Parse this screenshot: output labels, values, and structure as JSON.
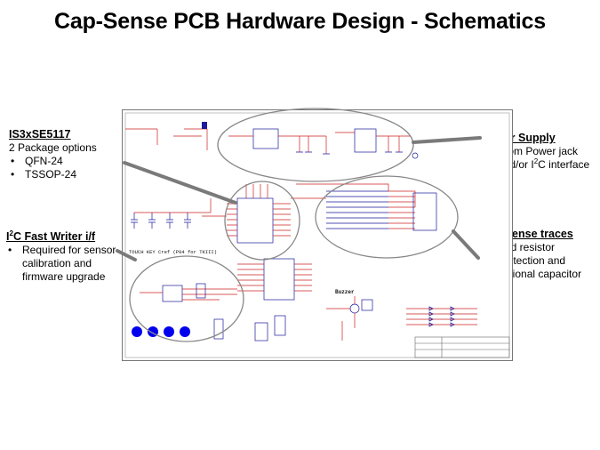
{
  "title": "Cap-Sense PCB Hardware Design - Schematics",
  "callouts": {
    "ic": {
      "head": "IS3xSE5117",
      "sub": "2 Package options",
      "items": [
        "QFN-24",
        "TSSOP-24"
      ]
    },
    "writer": {
      "head_pre": "I",
      "head_sup": "2",
      "head_post": "C Fast Writer i/f",
      "items": [
        "Required for sensor calibration and firmware upgrade"
      ]
    },
    "power": {
      "head": "Power Supply",
      "item_pre": "From Power jack and/or I",
      "item_sup": "2",
      "item_post": "C interface"
    },
    "cap": {
      "head": "Cap sense traces",
      "items": [
        "Add resistor protection and optional capacitor"
      ]
    }
  },
  "schematic": {
    "touch_key_label": "TOUCH KEY Cref (P04 for TKIII)",
    "buzzer_label": "Buzzer",
    "key_pad_count": 4,
    "colors": {
      "wire": "#cc2222",
      "part": "#1a1a9a",
      "pad": "#0000ee",
      "frame": "#666666"
    }
  }
}
